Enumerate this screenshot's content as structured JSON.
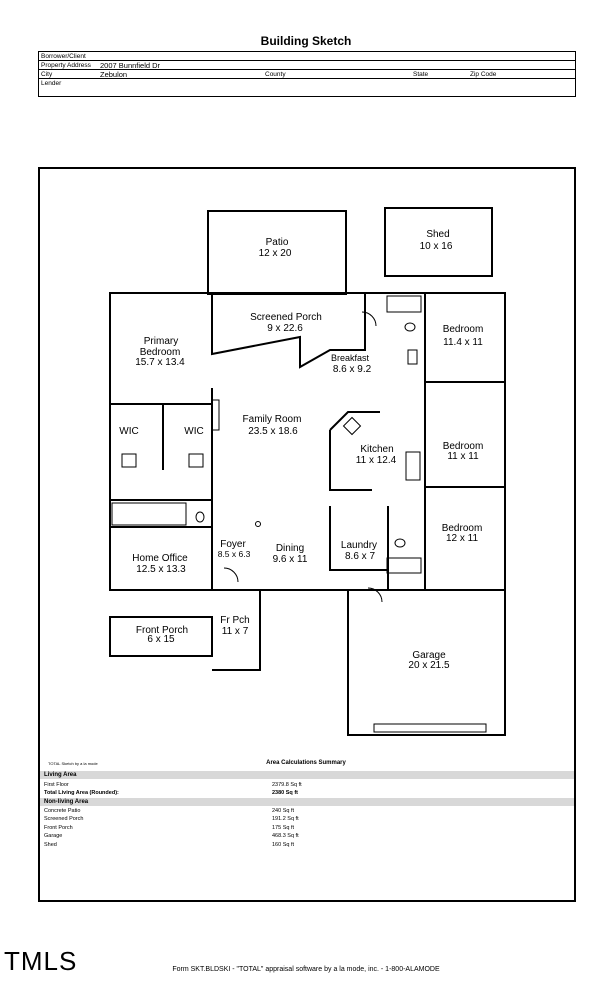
{
  "header": {
    "title": "Building Sketch",
    "borrower_label": "Borrower/Client",
    "property_label": "Property Address",
    "property_value": "2007 Bunnfield Dr",
    "city_label": "City",
    "city_value": "Zebulon",
    "county_label": "County",
    "state_label": "State",
    "zip_label": "Zip Code",
    "lender_label": "Lender"
  },
  "rooms": {
    "patio": {
      "name": "Patio",
      "dims": "12 x 20"
    },
    "shed": {
      "name": "Shed",
      "dims": "10 x 16"
    },
    "screened_porch": {
      "name": "Screened Porch",
      "dims": "9 x 22.6"
    },
    "primary_bedroom": {
      "name1": "Primary",
      "name2": "Bedroom",
      "dims": "15.7 x 13.4"
    },
    "bedroom_1": {
      "name": "Bedroom",
      "dims": "11.4 x 11"
    },
    "breakfast": {
      "name": "Breakfast",
      "dims": "8.6 x 9.2"
    },
    "family_room": {
      "name": "Family Room",
      "dims": "23.5 x 18.6"
    },
    "wic_1": {
      "name": "WIC"
    },
    "wic_2": {
      "name": "WIC"
    },
    "kitchen": {
      "name": "Kitchen",
      "dims": "11 x 12.4"
    },
    "bedroom_2": {
      "name": "Bedroom",
      "dims": "11 x 11"
    },
    "bedroom_3": {
      "name": "Bedroom",
      "dims": "12 x 11"
    },
    "foyer": {
      "name": "Foyer",
      "dims": "8.5 x 6.3"
    },
    "dining": {
      "name": "Dining",
      "dims": "9.6 x 11"
    },
    "laundry": {
      "name": "Laundry",
      "dims": "8.6 x 7"
    },
    "home_office": {
      "name": "Home Office",
      "dims": "12.5 x 13.3"
    },
    "front_porch": {
      "name": "Front Porch",
      "dims": "6 x 15"
    },
    "fr_pch": {
      "name": "Fr Pch",
      "dims": "11 x 7"
    },
    "garage": {
      "name": "Garage",
      "dims": "20 x 21.5"
    }
  },
  "summary": {
    "credit": "TOTAL Sketch by a la mode",
    "title": "Area Calculations Summary",
    "living_header": "Living Area",
    "living_rows": [
      {
        "label": "First Floor",
        "value": "2379.8 Sq ft"
      },
      {
        "label": "Total Living Area (Rounded):",
        "value": "2380 Sq ft"
      }
    ],
    "nonliving_header": "Non-living Area",
    "nonliving_rows": [
      {
        "label": "Concrete Patio",
        "value": "240 Sq ft"
      },
      {
        "label": "Screened Porch",
        "value": "191.2 Sq ft"
      },
      {
        "label": "Front Porch",
        "value": "175 Sq ft"
      },
      {
        "label": "Garage",
        "value": "468.3 Sq ft"
      },
      {
        "label": "Shed",
        "value": "160 Sq ft"
      }
    ]
  },
  "footer": {
    "logo": "TMLS",
    "form_text": "Form SKT.BLDSKI - \"TOTAL\" appraisal software by a la mode, inc. - 1-800-ALAMODE"
  }
}
